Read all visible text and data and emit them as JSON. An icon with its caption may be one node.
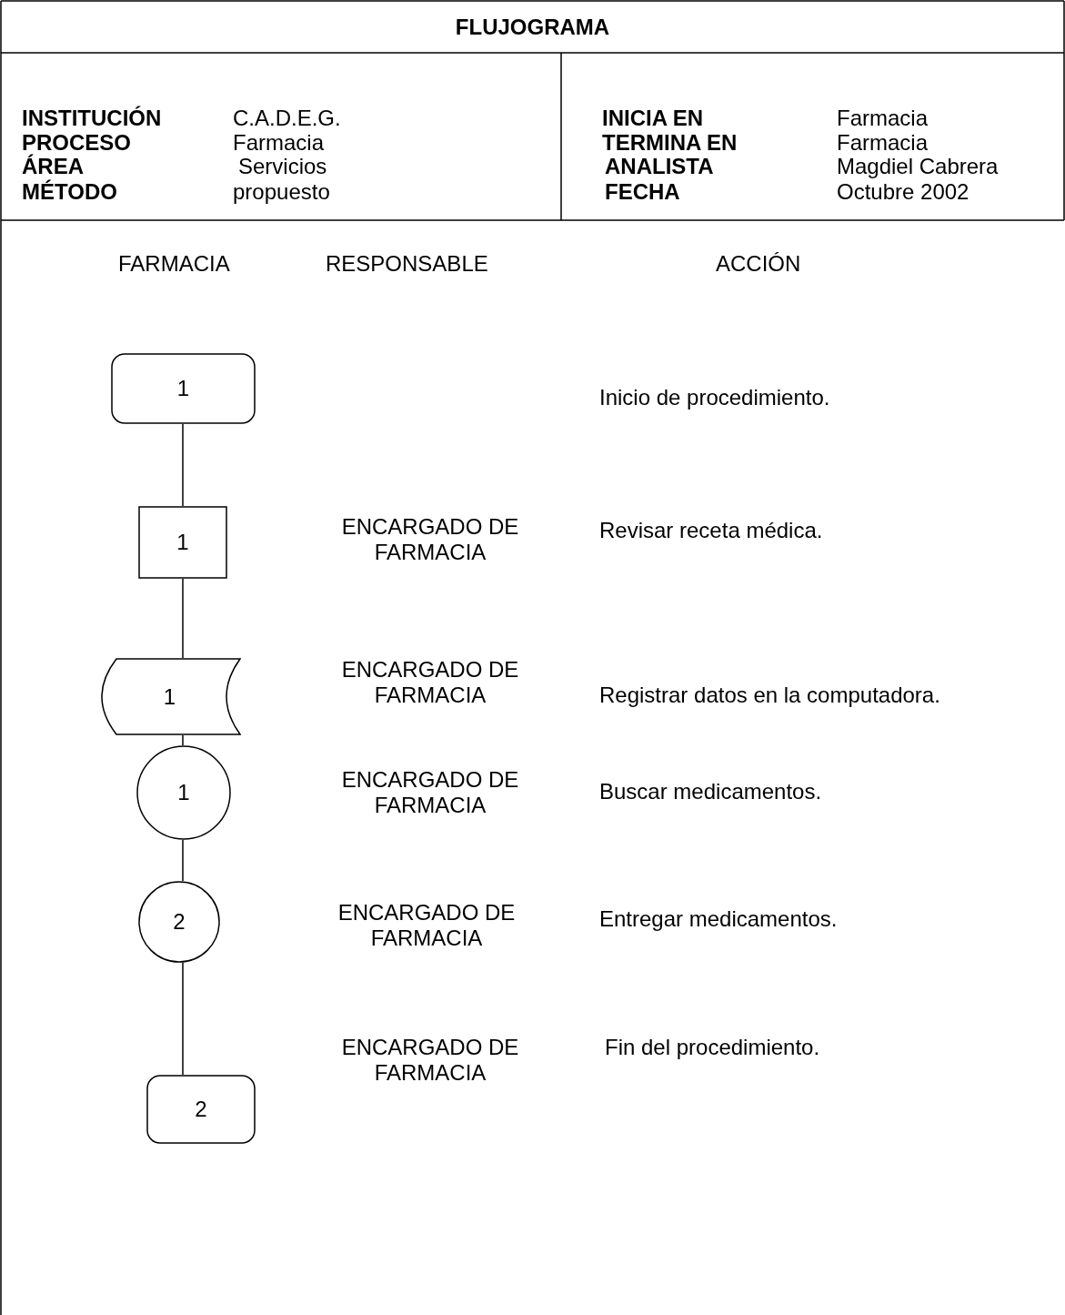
{
  "diagram": {
    "title": "FLUJOGRAMA",
    "nodes": [
      {
        "text": [
          "1"
        ]
      },
      {
        "text": [
          "1"
        ]
      },
      {
        "text": [
          "1"
        ]
      },
      {
        "text": [
          "1"
        ]
      },
      {
        "text": [
          "2"
        ]
      },
      {
        "text": [
          "2"
        ]
      }
    ],
    "edges": [
      {
        "from": 0,
        "to": 1,
        "arrow": "none"
      },
      {
        "from": 1,
        "to": 2,
        "arrow": "none"
      },
      {
        "from": 2,
        "to": 3,
        "arrow": "none"
      },
      {
        "from": 3,
        "to": 4,
        "arrow": "none"
      },
      {
        "from": 4,
        "to": 5,
        "arrow": "none"
      }
    ],
    "labels": [
      "INSTITUCIÓN",
      "C.A.D.E.G.",
      "INICIA EN",
      "Farmacia",
      "PROCESO",
      "Farmacia",
      "TERMINA EN",
      "Farmacia",
      "ÁREA",
      "Servicios",
      "ANALISTA",
      "Magdiel Cabrera",
      "MÉTODO",
      "propuesto",
      "FECHA",
      "Octubre 2002",
      "FARMACIA",
      "RESPONSABLE",
      "ACCIÓN",
      "Inicio de procedimiento.",
      "ENCARGADO DE FARMACIA",
      "Revisar receta médica.",
      "ENCARGADO DE FARMACIA",
      "Registrar datos en la computadora.",
      "ENCARGADO DE FARMACIA",
      "Buscar medicamentos.",
      "ENCARGADO DE FARMACIA",
      "Entregar medicamentos.",
      "ENCARGADO DE FARMACIA",
      "Fin del procedimiento."
    ]
  }
}
